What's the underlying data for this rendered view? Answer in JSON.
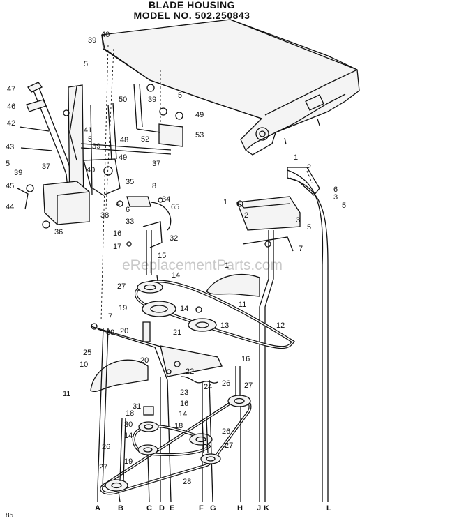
{
  "title": {
    "line1": "BLADE HOUSING",
    "line2": "MODEL NO. 502.250843"
  },
  "watermark": "eReplacementParts.com",
  "page_number": "85",
  "callouts": [
    "39",
    "40",
    "5",
    "47",
    "46",
    "42",
    "43",
    "5",
    "39",
    "45",
    "44",
    "36",
    "41",
    "5",
    "37",
    "39",
    "48",
    "49",
    "40",
    "50",
    "39",
    "5",
    "49",
    "52",
    "53",
    "37",
    "35",
    "8",
    "34",
    "4",
    "38",
    "6",
    "33",
    "65",
    "16",
    "32",
    "17",
    "15",
    "14",
    "27",
    "19",
    "14",
    "13",
    "20",
    "21",
    "7",
    "39",
    "12",
    "25",
    "10",
    "11",
    "20",
    "22",
    "24",
    "23",
    "31",
    "18",
    "30",
    "14",
    "26",
    "27",
    "19",
    "28",
    "16",
    "14",
    "18",
    "26",
    "27",
    "16",
    "26",
    "27",
    "1",
    "2",
    "3",
    "5",
    "6",
    "7",
    "1",
    "2",
    "3",
    "5",
    "1",
    "11"
  ],
  "bottom_letters": [
    "A",
    "B",
    "C",
    "D",
    "E",
    "F",
    "G",
    "H",
    "J",
    "K",
    "L"
  ]
}
